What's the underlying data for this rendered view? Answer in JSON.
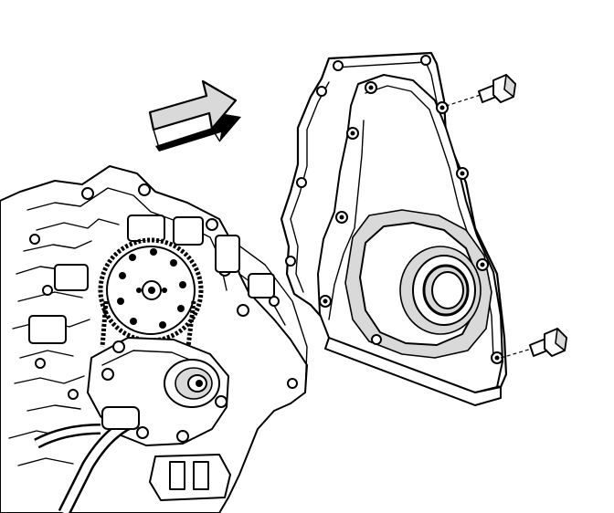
{
  "figure": {
    "parts": [
      "direction-arrow",
      "engine-block",
      "timing-chain-sprocket",
      "oil-pump",
      "front-cover-gasket",
      "engine-front-cover",
      "crankshaft-seal",
      "upper-cover-bolt",
      "lower-cover-bolt"
    ]
  }
}
